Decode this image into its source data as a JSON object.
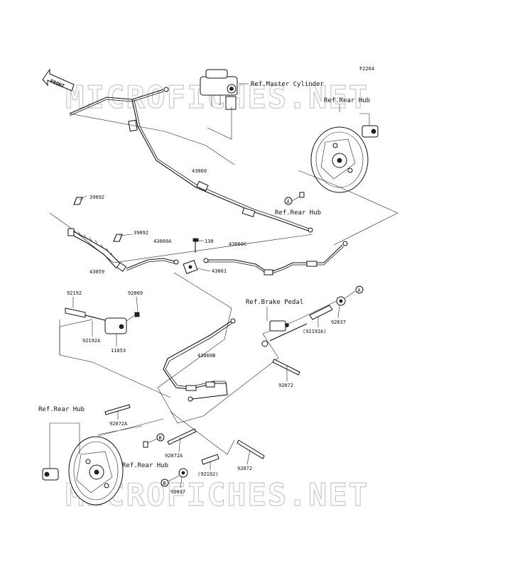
{
  "figure_code": "F2264",
  "watermark": "MICROFICHES.NET",
  "front_label": "FRONT",
  "refs": {
    "master_cylinder": "Ref.Master Cylinder",
    "rear_hub_top": "Ref.Rear Hub",
    "rear_hub_mid": "Ref.Rear Hub",
    "brake_pedal": "Ref.Brake Pedal",
    "rear_hub_left": "Ref.Rear Hub",
    "rear_hub_bottom": "Ref.Rear Hub"
  },
  "parts": {
    "p43060": "43060",
    "p39092_a": "39092",
    "p39092_b": "39092",
    "p43060A": "43060A",
    "p130": "130",
    "p43060C": "43060C",
    "p43059": "43059",
    "p43061": "43061",
    "p92192": "92192",
    "p92009": "92009",
    "p92192A": "92192A",
    "p11053": "11053",
    "p92192A_paren": "(92192A)",
    "p92037_a": "92037",
    "p43060B": "43060B",
    "p92072_a": "92072",
    "p92072A_a": "92072A",
    "p92072A_b": "92072A",
    "p92192_paren": "(92192)",
    "p92072_b": "92072",
    "p92037_b": "92037"
  },
  "callouts": {
    "a_top": "A",
    "a_mid": "A",
    "b_mid": "B",
    "b_bottom": "B"
  }
}
